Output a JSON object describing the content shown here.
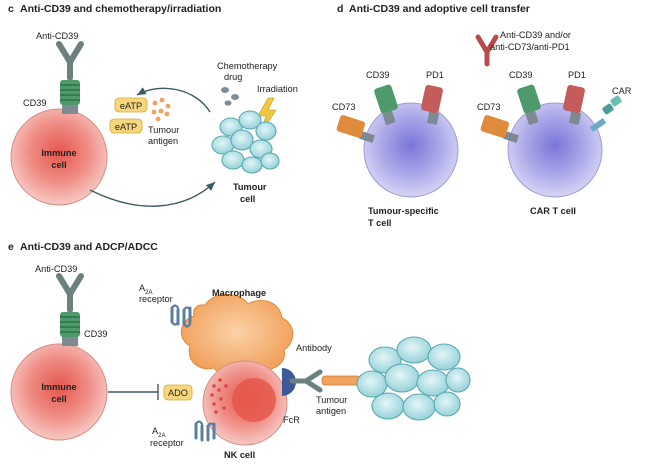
{
  "panels": {
    "c": {
      "letter": "c",
      "title": "Anti-CD39 and chemotherapy/irradiation",
      "anti_cd39": "Anti-CD39",
      "cd39": "CD39",
      "immune_cell": [
        "Immune",
        "cell"
      ],
      "eatp": "eATP",
      "tumour_antigen": [
        "Tumour",
        "antigen"
      ],
      "chemo_drug": [
        "Chemotherapy",
        "drug"
      ],
      "irradiation": "Irradiation",
      "tumour_cell": [
        "Tumour",
        "cell"
      ]
    },
    "d": {
      "letter": "d",
      "title": "Anti-CD39 and adoptive cell transfer",
      "antibody_label": [
        "Anti-CD39 and/or",
        "anti-CD73/anti-PD1"
      ],
      "cd39": "CD39",
      "pd1": "PD1",
      "cd73": "CD73",
      "car": "CAR",
      "tumour_specific": [
        "Tumour-specific",
        "T cell"
      ],
      "car_t": "CAR T cell"
    },
    "e": {
      "letter": "e",
      "title": "Anti-CD39 and ADCP/ADCC",
      "anti_cd39": "Anti-CD39",
      "cd39": "CD39",
      "immune_cell": [
        "Immune",
        "cell"
      ],
      "a2a_receptor": [
        "A",
        "2A",
        "receptor"
      ],
      "macrophage": "Macrophage",
      "ado": "ADO",
      "antibody": "Antibody",
      "fcr": "FcR",
      "tumour_antigen": [
        "Tumour",
        "antigen"
      ],
      "nk_cell": "NK cell"
    }
  },
  "colors": {
    "immune_fill": "#f2a5a0",
    "tcell_fill": "#b8b6ea",
    "tumour_fill": "#a9dbe0",
    "macrophage_fill": "#f5b479",
    "eatp_fill": "#f7d77c",
    "cd39_green": "#4e9a6d",
    "stalk_grey": "#7d8a92",
    "pd1_red": "#c45c5c",
    "cd73_orange": "#e08a3c",
    "antibody_grey": "#6d8080",
    "antibody_red": "#b94a4a",
    "a2a_blue": "#5a7ea3",
    "fcr_blue": "#3b5a9a"
  }
}
